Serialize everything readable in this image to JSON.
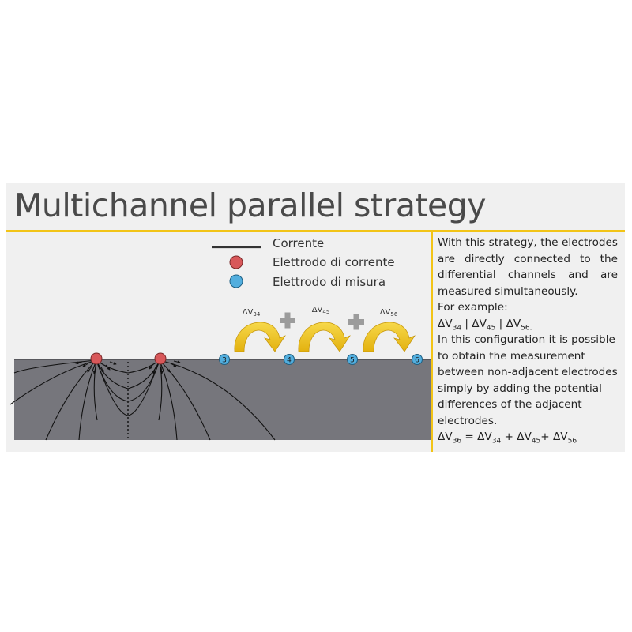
{
  "title": "Multichannel parallel strategy",
  "legend": {
    "current": "Corrente",
    "current_electrode": "Elettrodo di corrente",
    "measure_electrode": "Elettrodo di misura"
  },
  "measurements": [
    {
      "label": "ΔV",
      "sub": "34"
    },
    {
      "label": "ΔV",
      "sub": "45"
    },
    {
      "label": "ΔV",
      "sub": "56"
    }
  ],
  "electrodes": [
    "3",
    "4",
    "5",
    "6"
  ],
  "text": {
    "intro": "With this strategy, the electrodes are directly connected to the differential channels and are measured simultaneously.",
    "example_label": "For example:",
    "example_parts": [
      {
        "label": "ΔV",
        "sub": "34",
        "after": " | "
      },
      {
        "label": "ΔV",
        "sub": "45",
        "after": " | "
      },
      {
        "label": "ΔV",
        "sub": "56.",
        "after": ""
      }
    ],
    "config": "In this configuration it is possible to obtain the measurement between non-adjacent electrodes simply by adding the potential differences of the adjacent electrodes.",
    "formula_parts": [
      {
        "label": "ΔV",
        "sub": "36",
        "after": " = "
      },
      {
        "label": "ΔV",
        "sub": "34",
        "after": " + "
      },
      {
        "label": "ΔV",
        "sub": "45",
        "after": "+ "
      },
      {
        "label": "ΔV",
        "sub": "56",
        "after": ""
      }
    ]
  },
  "colors": {
    "accent": "#f2c417",
    "ground": "#76767c",
    "current_electrode": "#d8585a",
    "measure_electrode": "#52aede",
    "arrow": "#f2c417"
  }
}
